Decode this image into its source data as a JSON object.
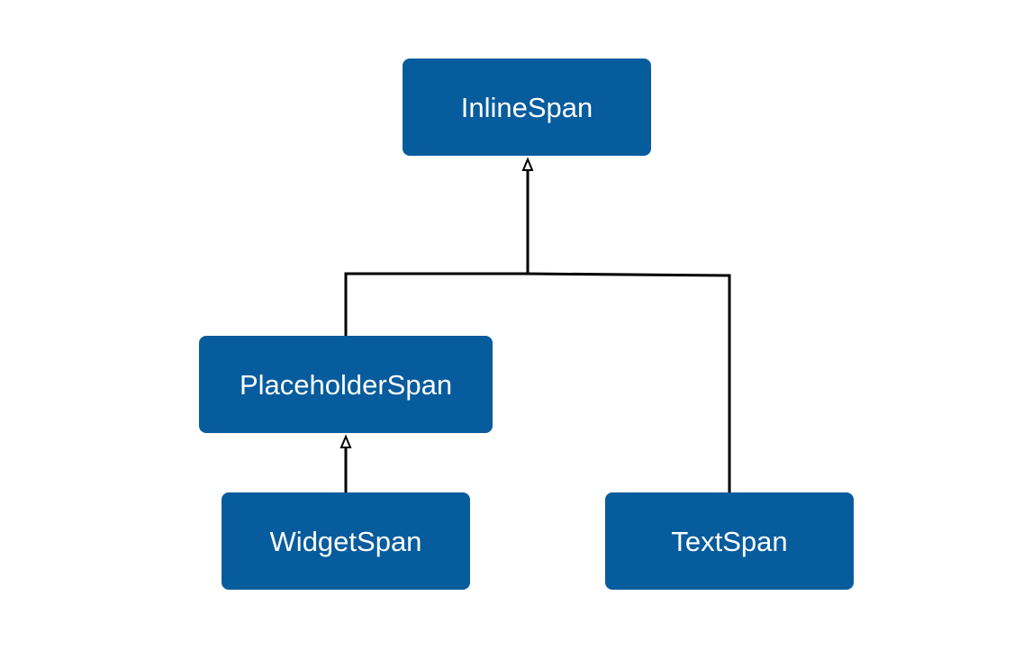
{
  "diagram": {
    "colors": {
      "node_fill": "#075C9D",
      "node_text": "#FFFFFF",
      "connector": "#000000",
      "background": "#FFFFFF"
    },
    "nodes": {
      "inline_span": "InlineSpan",
      "placeholder_span": "PlaceholderSpan",
      "widget_span": "WidgetSpan",
      "text_span": "TextSpan"
    },
    "relations": [
      {
        "child": "PlaceholderSpan",
        "parent": "InlineSpan"
      },
      {
        "child": "TextSpan",
        "parent": "InlineSpan"
      },
      {
        "child": "WidgetSpan",
        "parent": "PlaceholderSpan"
      }
    ]
  }
}
